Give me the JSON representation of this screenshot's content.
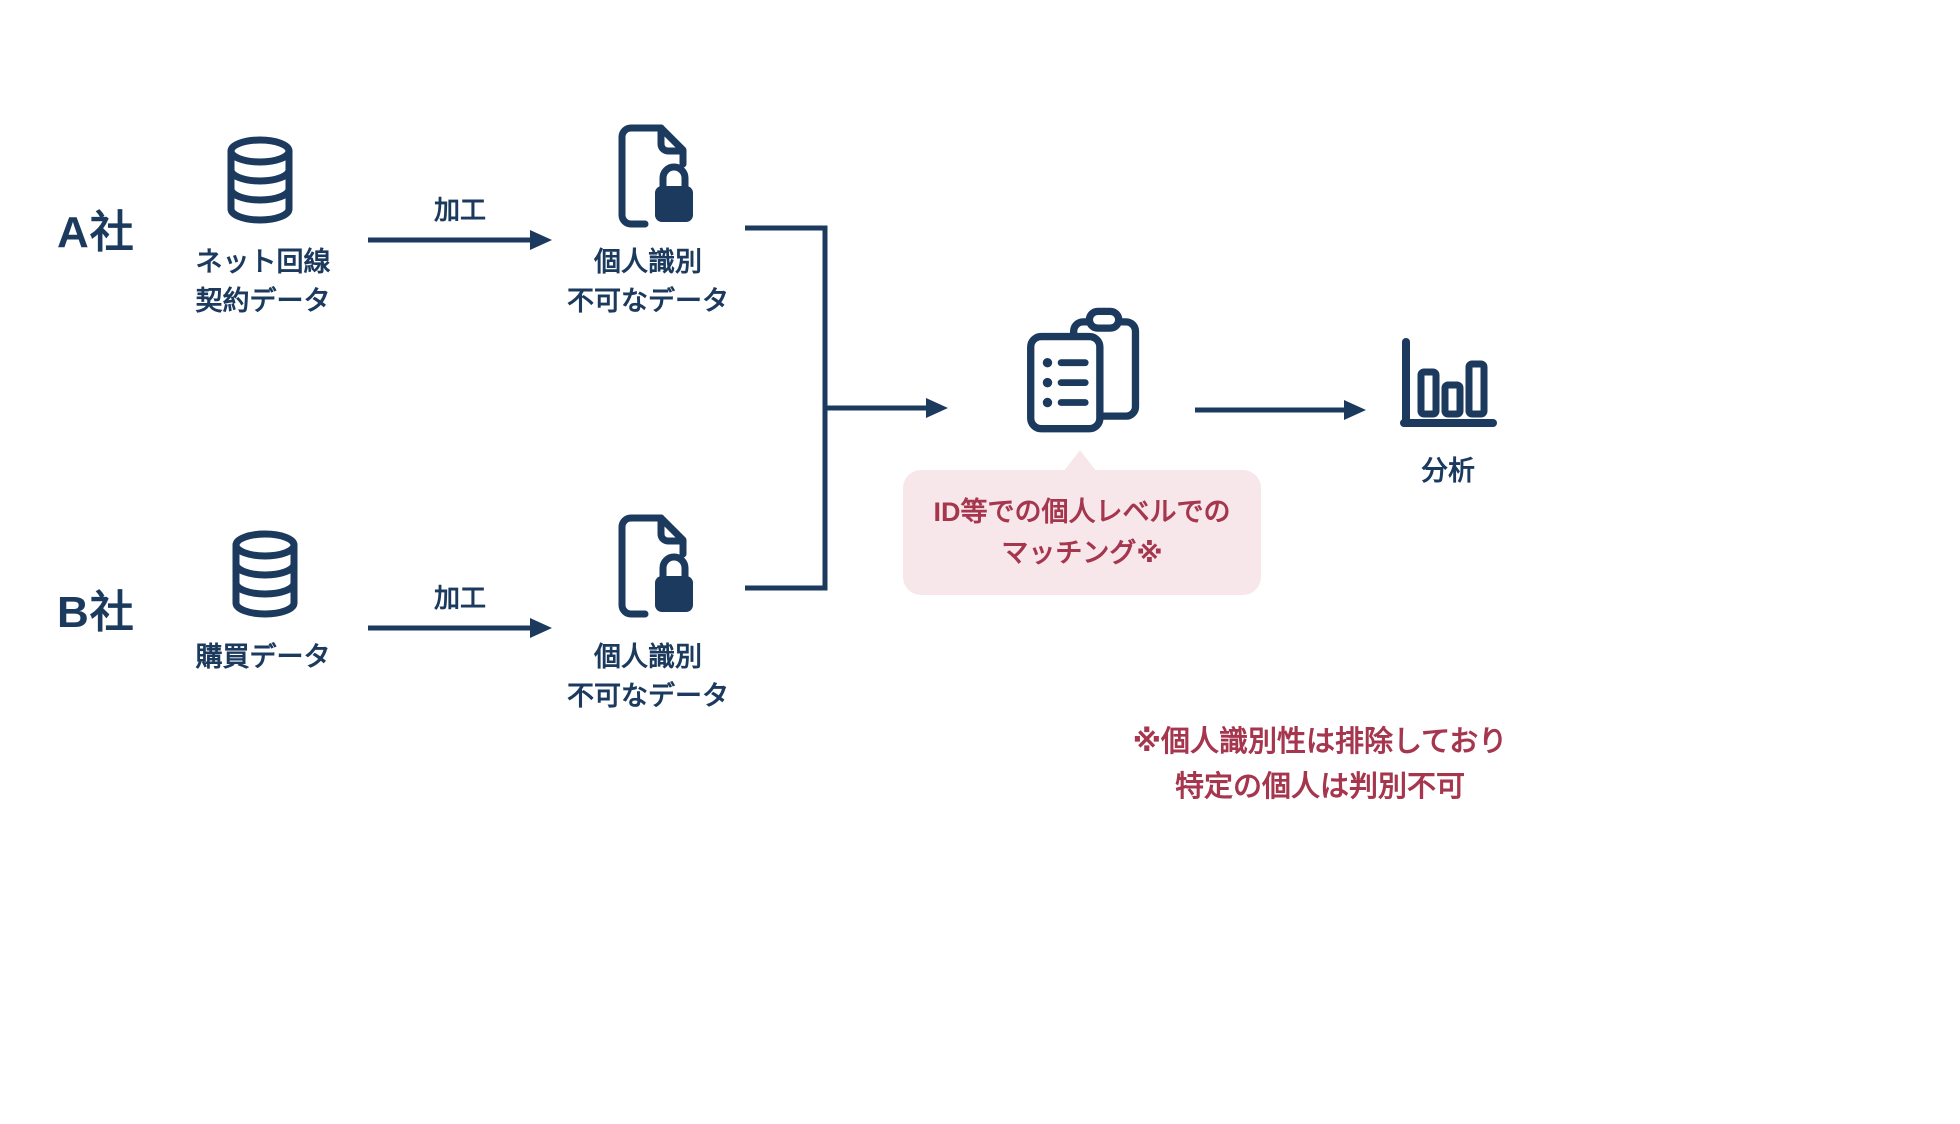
{
  "colors": {
    "navy": "#1B3A5E",
    "red": "#A5364E",
    "pink": "#F8E7EA",
    "background": "#FFFFFF"
  },
  "company_a": {
    "name": "A社",
    "source": "ネット回線\n契約データ",
    "process": "加工",
    "output": "個人識別\n不可なデータ"
  },
  "company_b": {
    "name": "B社",
    "source": "購買データ",
    "process": "加工",
    "output": "個人識別\n不可なデータ"
  },
  "matching": {
    "callout": "ID等での個人レベルでの\nマッチング※"
  },
  "analysis": {
    "label": "分析"
  },
  "footnote": "※個人識別性は排除しており\n特定の個人は判別不可",
  "icons": {
    "company_a_source": "database-icon",
    "company_a_output": "locked-document-icon",
    "company_b_source": "database-icon",
    "company_b_output": "locked-document-icon",
    "matching": "matching-clipboard-icon",
    "analysis": "bar-chart-icon"
  }
}
